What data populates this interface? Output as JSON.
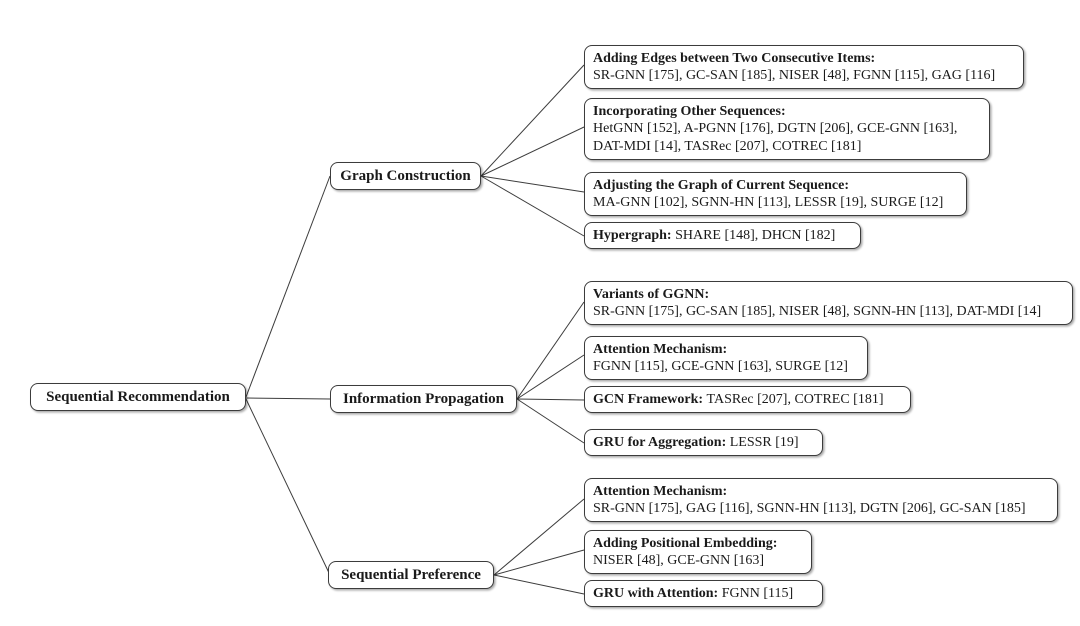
{
  "diagram": {
    "root": {
      "label": "Sequential Recommendation"
    },
    "branches": [
      {
        "label": "Graph Construction",
        "children": [
          {
            "title": "Adding Edges between Two Consecutive Items:",
            "body": "SR-GNN [175], GC-SAN [185], NISER [48], FGNN [115], GAG [116]"
          },
          {
            "title": "Incorporating Other Sequences:",
            "body": "HetGNN [152], A-PGNN [176], DGTN [206], GCE-GNN [163], DAT-MDI [14], TASRec [207], COTREC [181]"
          },
          {
            "title": "Adjusting the Graph of Current Sequence:",
            "body": "MA-GNN [102], SGNN-HN [113], LESSR [19], SURGE [12]"
          },
          {
            "title": "Hypergraph:",
            "body": "SHARE [148], DHCN [182]"
          }
        ]
      },
      {
        "label": "Information Propagation",
        "children": [
          {
            "title": "Variants of GGNN:",
            "body": "SR-GNN [175], GC-SAN [185], NISER [48], SGNN-HN [113], DAT-MDI [14]"
          },
          {
            "title": "Attention Mechanism:",
            "body": "FGNN [115], GCE-GNN [163], SURGE [12]"
          },
          {
            "title": "GCN Framework:",
            "body": "TASRec [207], COTREC [181]"
          },
          {
            "title": "GRU for Aggregation:",
            "body": "LESSR [19]"
          }
        ]
      },
      {
        "label": "Sequential Preference",
        "children": [
          {
            "title": "Attention Mechanism:",
            "body": "SR-GNN [175], GAG [116], SGNN-HN [113], DGTN [206], GC-SAN [185]"
          },
          {
            "title": "Adding Positional Embedding:",
            "body": "NISER [48], GCE-GNN [163]"
          },
          {
            "title": "GRU with Attention:",
            "body": "FGNN [115]"
          }
        ]
      }
    ],
    "edge_color": "#3c3c3c",
    "box_border_color": "#3c3c3c",
    "background_color": "#ffffff"
  }
}
